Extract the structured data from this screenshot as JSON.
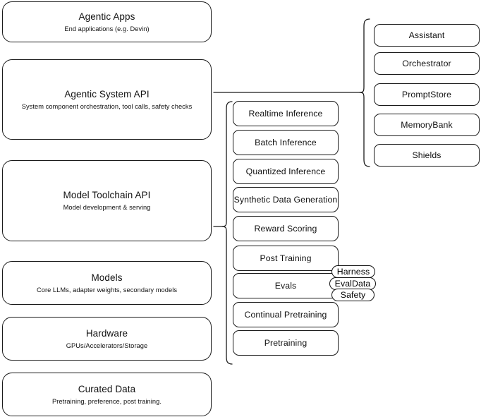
{
  "diagram": {
    "title": "Agentic stack layered architecture",
    "background_color": "#ffffff",
    "stroke_color": "#1a1a1a",
    "text_color": "#111111"
  },
  "layers": [
    {
      "title": "Agentic Apps",
      "subtitle": "End applications (e.g. Devin)"
    },
    {
      "title": "Agentic System API",
      "subtitle": "System component orchestration, tool calls, safety checks"
    },
    {
      "title": "Model Toolchain API",
      "subtitle": "Model development & serving"
    },
    {
      "title": "Models",
      "subtitle": "Core LLMs, adapter weights, secondary models"
    },
    {
      "title": "Hardware",
      "subtitle": "GPUs/Accelerators/Storage"
    },
    {
      "title": "Curated Data",
      "subtitle": "Pretraining, preference, post training."
    }
  ],
  "toolchain_capabilities": [
    {
      "label": "Realtime Inference"
    },
    {
      "label": "Batch Inference"
    },
    {
      "label": "Quantized Inference"
    },
    {
      "label": "Synthetic Data Generation"
    },
    {
      "label": "Reward Scoring"
    },
    {
      "label": "Post Training"
    },
    {
      "label": "Evals"
    },
    {
      "label": "Continual Pretraining"
    },
    {
      "label": "Pretraining"
    }
  ],
  "agentic_components": [
    {
      "label": "Assistant"
    },
    {
      "label": "Orchestrator"
    },
    {
      "label": "PromptStore"
    },
    {
      "label": "MemoryBank"
    },
    {
      "label": "Shields"
    }
  ],
  "evals_tags": [
    {
      "label": "Harness"
    },
    {
      "label": "EvalData"
    },
    {
      "label": "Safety"
    }
  ]
}
